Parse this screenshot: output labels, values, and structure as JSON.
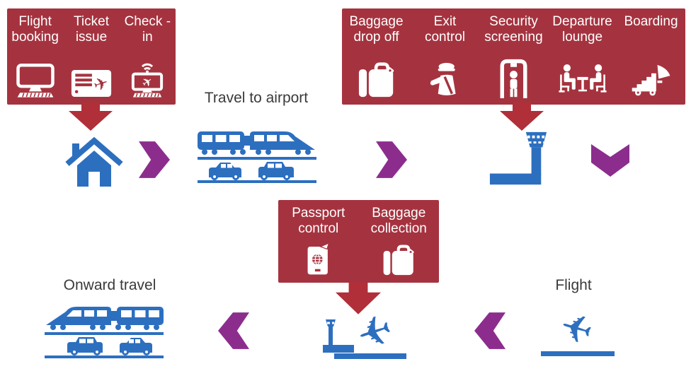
{
  "colors": {
    "red_box": "#A5333F",
    "red_arrow": "#B02F38",
    "blue": "#2D6FBF",
    "purple": "#8C2D8E",
    "label": "#3A3A3A",
    "box_text": "#FFFFFF"
  },
  "boxes": [
    {
      "name": "booking-stage",
      "items": [
        {
          "label": "Flight booking",
          "icon": "desktop-computer-icon"
        },
        {
          "label": "Ticket issue",
          "icon": "flight-ticket-icon"
        },
        {
          "label": "Check -in",
          "icon": "online-check-in-icon"
        }
      ]
    },
    {
      "name": "departure-airport-stage",
      "items": [
        {
          "label": "Baggage drop off",
          "icon": "suitcase-icon"
        },
        {
          "label": "Exit control",
          "icon": "security-officer-icon"
        },
        {
          "label": "Security screening",
          "icon": "body-scanner-icon"
        },
        {
          "label": "Departure lounge",
          "icon": "departure-lounge-icon"
        },
        {
          "label": "Boarding",
          "icon": "boarding-stairs-icon"
        }
      ]
    },
    {
      "name": "arrival-stage",
      "items": [
        {
          "label": "Passport control",
          "icon": "passport-icon"
        },
        {
          "label": "Baggage collection",
          "icon": "suitcase-icon"
        }
      ]
    }
  ],
  "flow": {
    "steps": [
      {
        "label": "",
        "icon": "house-icon"
      },
      {
        "label": "Travel to airport",
        "icon": "train-and-cars-icon"
      },
      {
        "label": "",
        "icon": "airport-tower-icon"
      },
      {
        "label": "Flight",
        "icon": "plane-takeoff-icon"
      },
      {
        "label": "",
        "icon": "plane-landing-icon"
      },
      {
        "label": "Onward travel",
        "icon": "train-and-cars-icon"
      }
    ],
    "connector_icon": "chevron-arrow",
    "stage_pointer_icon": "red-down-arrow"
  }
}
